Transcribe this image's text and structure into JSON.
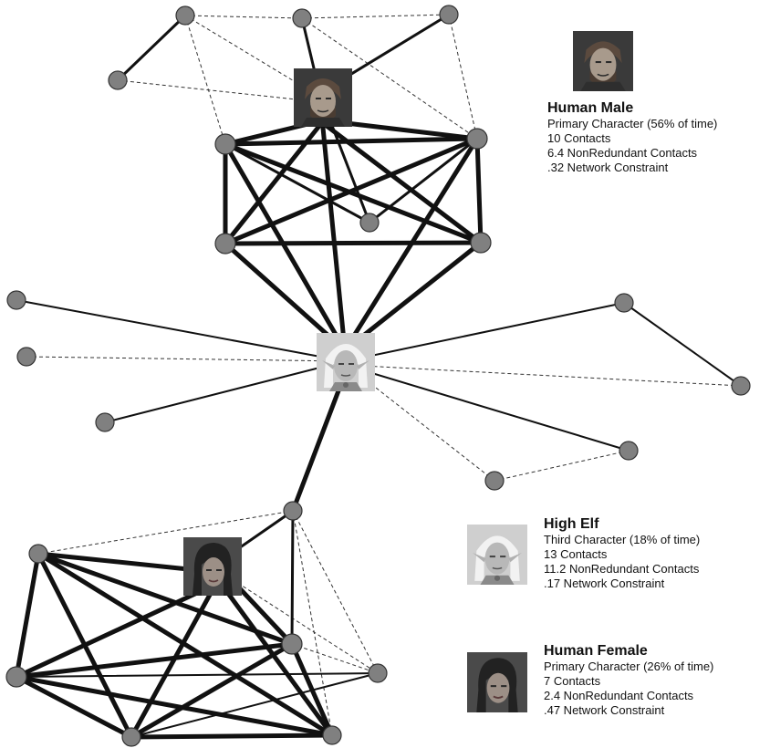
{
  "colors": {
    "node_fill": "#808080",
    "edge": "#111111",
    "background": "#ffffff"
  },
  "icons": {
    "avatar_human_male": "human-male-portrait-icon",
    "avatar_high_elf": "high-elf-portrait-icon",
    "avatar_human_female": "human-female-portrait-icon"
  },
  "legend": {
    "human_male": {
      "title": "Human Male",
      "role": "Primary Character (56% of time)",
      "contacts": "10 Contacts",
      "nonredundant": "6.4 NonRedundant Contacts",
      "constraint": ".32 Network Constraint"
    },
    "high_elf": {
      "title": "High Elf",
      "role": "Third Character (18% of time)",
      "contacts": "13 Contacts",
      "nonredundant": "11.2 NonRedundant Contacts",
      "constraint": ".17 Network Constraint"
    },
    "human_female": {
      "title": "Human Female",
      "role": "Primary Character (26% of time)",
      "contacts": "7 Contacts",
      "nonredundant": "2.4 NonRedundant Contacts",
      "constraint": ".47 Network Constraint"
    }
  }
}
